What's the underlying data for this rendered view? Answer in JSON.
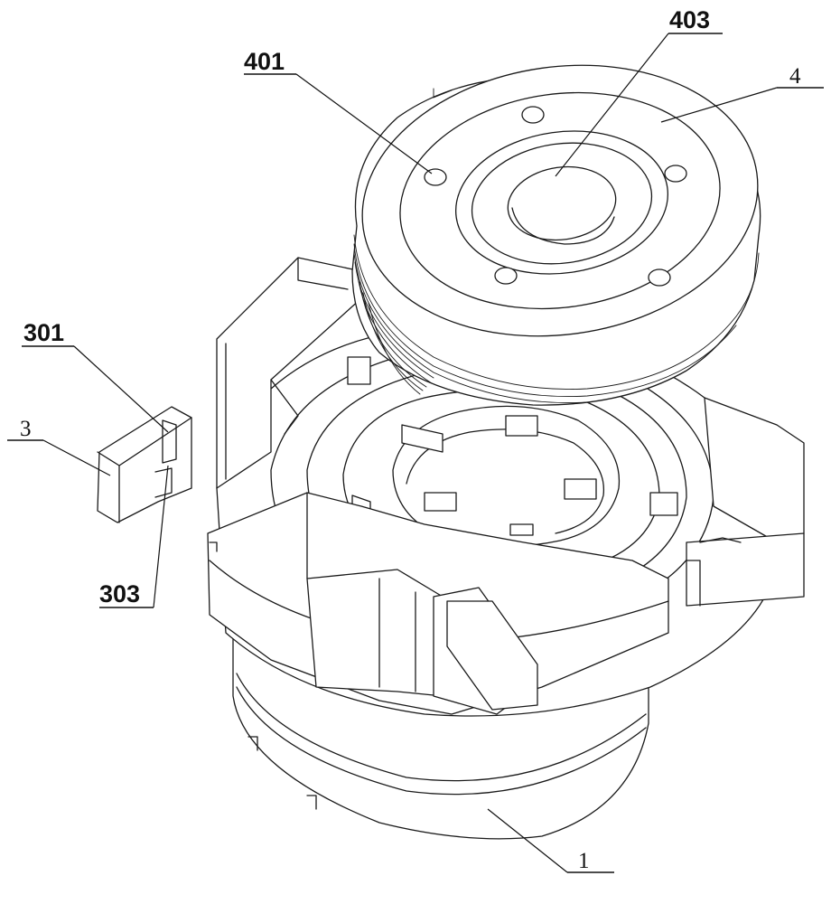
{
  "figure": {
    "labels": {
      "l401": "401",
      "l403": "403",
      "l4": "4",
      "l301": "301",
      "l3": "3",
      "l303": "303",
      "l1": "1"
    }
  }
}
